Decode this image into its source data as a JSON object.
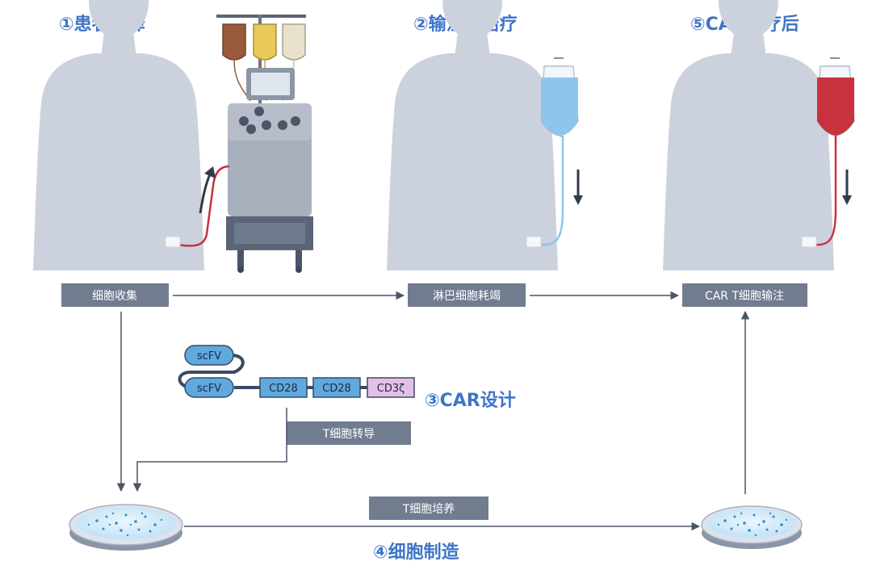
{
  "steps": {
    "patient_selection": "①患者选择",
    "pre_treatment": "②输注前治疗",
    "car_design": "③CAR设计",
    "cell_manufacturing": "④细胞制造",
    "post_car": "⑤CAR治疗后"
  },
  "process_boxes": {
    "cell_collection": "细胞收集",
    "lymphodepletion": "淋巴细胞耗竭",
    "car_t_infusion": "CAR T细胞输注",
    "t_cell_transduction": "T细胞转导",
    "t_cell_culture": "T细胞培养"
  },
  "car_construct": {
    "scfv_1": "scFV",
    "scfv_2": "scFV",
    "cd28_1": "CD28",
    "cd28_2": "CD28",
    "cd3z": "CD3ζ"
  },
  "colors": {
    "title_blue": "#3f74c8",
    "box_gray": "#717c8f",
    "silhouette": "#ccd2dd",
    "blood_red": "#c8323c",
    "saline_blue": "#8ec5ea",
    "domain_blue": "#5ea9dd",
    "domain_pink": "#e4c0e8"
  }
}
